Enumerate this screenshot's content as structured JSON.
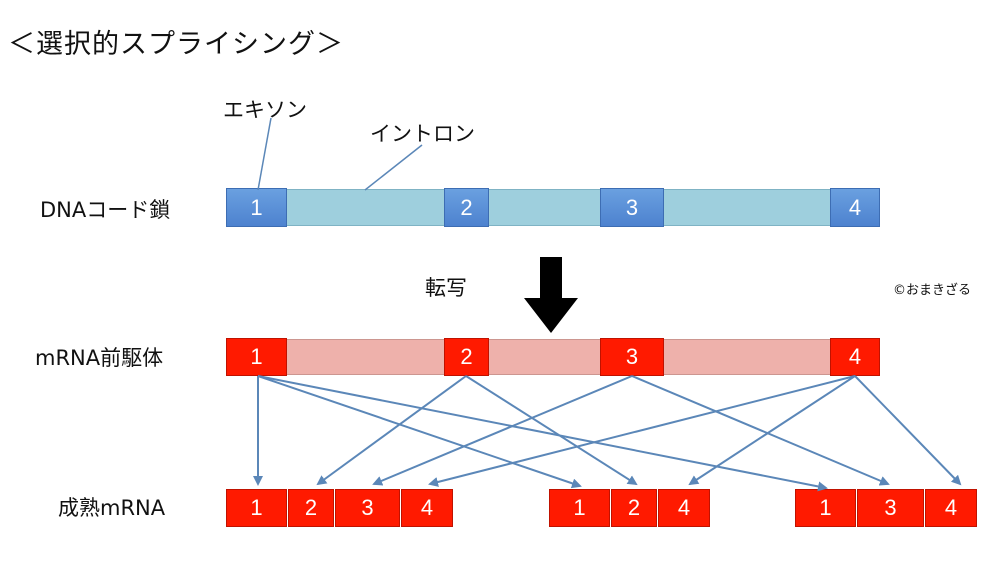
{
  "title": "＜選択的スプライシング＞",
  "labels": {
    "exon": "エキソン",
    "intron": "イントロン",
    "dna": "DNAコード鎖",
    "transcription": "転写",
    "pre_mrna": "mRNA前駆体",
    "mature_mrna": "成熟mRNA",
    "copyright": "©おまきざる"
  },
  "exons": [
    "1",
    "2",
    "3",
    "4"
  ],
  "mature_mrna_variants": [
    [
      "1",
      "2",
      "3",
      "4"
    ],
    [
      "1",
      "2",
      "4"
    ],
    [
      "1",
      "3",
      "4"
    ]
  ],
  "colors": {
    "dna_exon": "#5a8fd8",
    "dna_intron": "#9ecfdd",
    "rna_exon": "#ff1a00",
    "rna_intron": "#eeb1ab",
    "arrow": "#5b87b8"
  }
}
